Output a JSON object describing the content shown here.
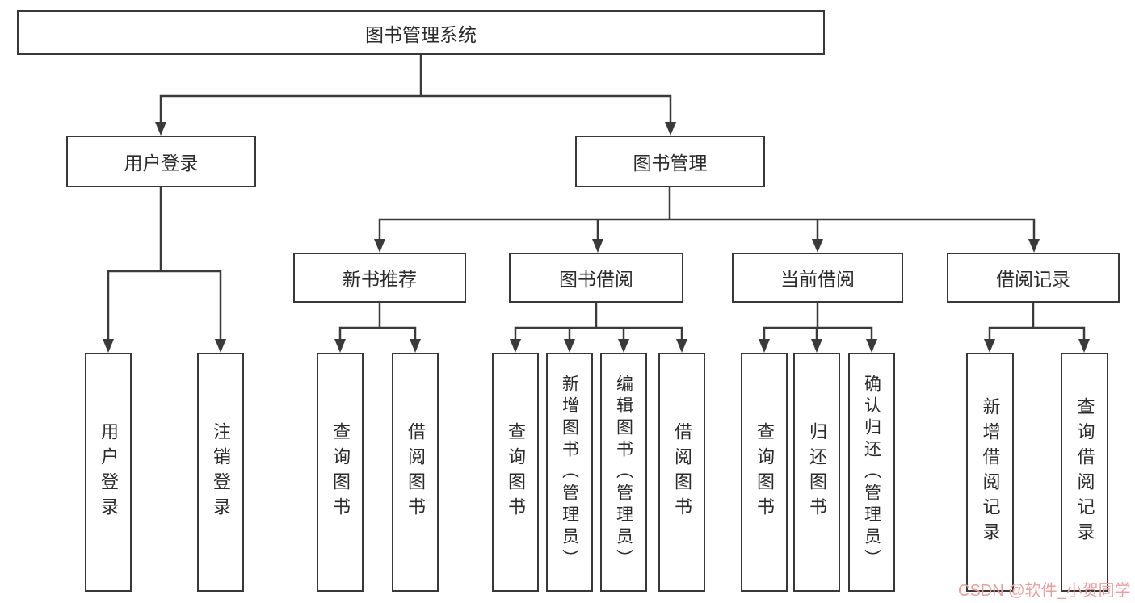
{
  "colors": {
    "background": "#ffffff",
    "line": "#3a3a3a",
    "box_border": "#383838",
    "text": "#2b2b2b",
    "watermark": "#ee9e9e"
  },
  "watermark": {
    "text": "CSDN @软件_小贺同学"
  },
  "diagram": {
    "root": "图书管理系统",
    "level1": {
      "user_login": "用户登录",
      "book_management": "图书管理"
    },
    "level2": {
      "new_book": "新书推荐",
      "book_borrow": "图书借阅",
      "current_borrow": "当前借阅",
      "borrow_record": "借阅记录"
    },
    "leaves": {
      "g1": [
        "用户登录",
        "注销登录"
      ],
      "g2": [
        "查询图书",
        "借阅图书"
      ],
      "g3": [
        "查询图书",
        "新增图书（管理员）",
        "编辑图书（管理员）",
        "借阅图书"
      ],
      "g4": [
        "查询图书",
        "归还图书",
        "确认归还（管理员）"
      ],
      "g5": [
        "新增借阅记录",
        "查询借阅记录"
      ]
    }
  }
}
